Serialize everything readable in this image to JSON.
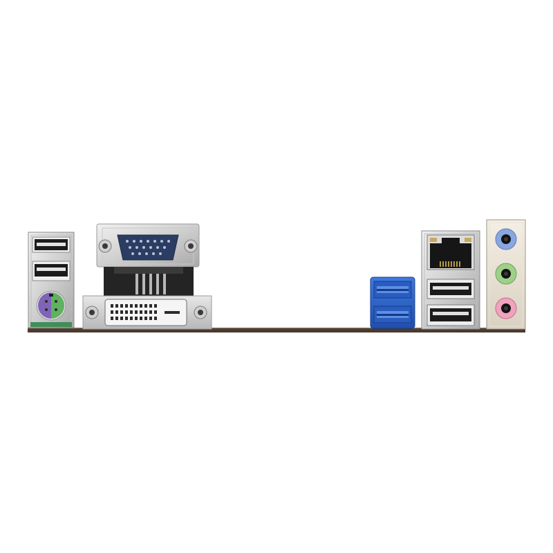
{
  "image": {
    "subject": "motherboard-rear-io-panel",
    "background_color": "#ffffff",
    "pcb_color": "#4a3a30",
    "ports": [
      {
        "kind": "ps2-combo-port",
        "colors": [
          "#7f64b8",
          "#5fb25f"
        ]
      },
      {
        "kind": "usb-2.0-port",
        "count": 2,
        "color": "#1a1a1a"
      },
      {
        "kind": "vga-d-sub-port",
        "color": "#2c3d63"
      },
      {
        "kind": "dvi-d-port",
        "color": "#f2f2f2"
      },
      {
        "kind": "usb-3.0-port",
        "count": 2,
        "color": "#2f63c8"
      },
      {
        "kind": "rj45-lan-port",
        "color": "#1a1a1a"
      },
      {
        "kind": "usb-2.0-port",
        "count": 2,
        "color": "#1a1a1a"
      },
      {
        "kind": "audio-jack",
        "name": "line-in",
        "color": "#88a6df"
      },
      {
        "kind": "audio-jack",
        "name": "line-out",
        "color": "#9fd08a"
      },
      {
        "kind": "audio-jack",
        "name": "mic-in",
        "color": "#f0a3bd"
      }
    ]
  }
}
